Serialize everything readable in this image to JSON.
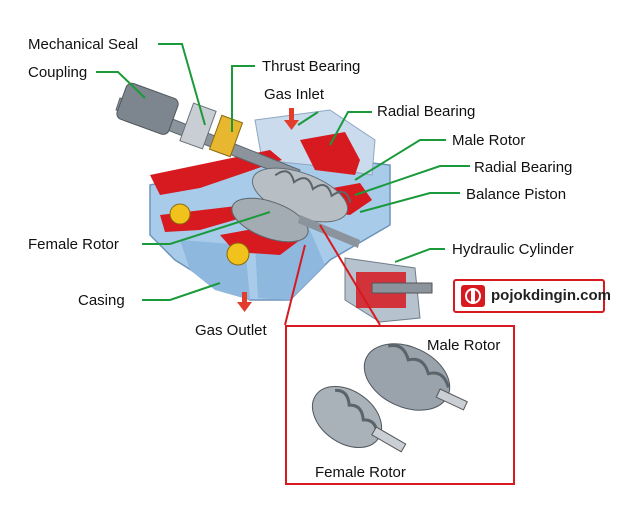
{
  "labels": {
    "mechanical_seal": "Mechanical Seal",
    "coupling": "Coupling",
    "thrust_bearing": "Thrust Bearing",
    "gas_inlet": "Gas Inlet",
    "radial_bearing_top": "Radial Bearing",
    "male_rotor": "Male Rotor",
    "radial_bearing_mid": "Radial Bearing",
    "balance_piston": "Balance Piston",
    "hydraulic_cylinder": "Hydraulic Cylinder",
    "female_rotor": "Female Rotor",
    "casing": "Casing",
    "gas_outlet": "Gas Outlet",
    "inset_male_rotor": "Male Rotor",
    "inset_female_rotor": "Female Rotor"
  },
  "brand": {
    "text": "pojokdingin.com"
  },
  "colors": {
    "callout_line": "#1a9a3a",
    "section_red": "#d71920",
    "casing_blue": "#9fc4e6",
    "metal_gray": "#9aa3ab"
  }
}
